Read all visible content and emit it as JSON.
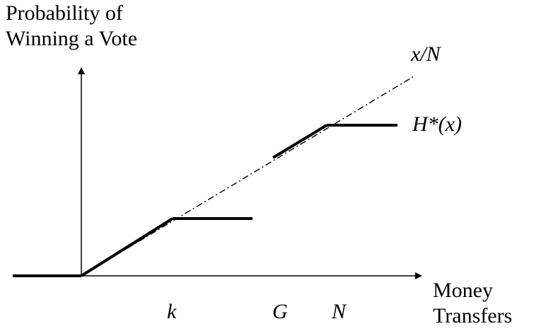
{
  "title": "",
  "y_axis_label": [
    "Probability of",
    "Winning a Vote"
  ],
  "x_axis_label": [
    "Money",
    "Transfers"
  ],
  "line_label": "x/N",
  "curve_label": "H*(x)",
  "ticks": {
    "k": "k",
    "G": "G",
    "N": "N"
  },
  "colors": {
    "ink": "#000000",
    "background": "#ffffff"
  },
  "chart_data": {
    "type": "line",
    "xlabel": "Money Transfers",
    "ylabel": "Probability of Winning a Vote",
    "x_tick_labels": [
      "k",
      "G",
      "N"
    ],
    "series": [
      {
        "name": "x/N",
        "style": "dash-dot",
        "description_points": "diagonal reference line from origin rising past N"
      },
      {
        "name": "H*(x)",
        "style": "solid-bold",
        "segments": [
          "flat at zero for negative transfers",
          "rises along x/N from origin to k",
          "flat after k up to G",
          "rises along x/N from G to N",
          "flat after N"
        ]
      }
    ],
    "grid": false,
    "legend": "none (curves labeled directly)"
  }
}
